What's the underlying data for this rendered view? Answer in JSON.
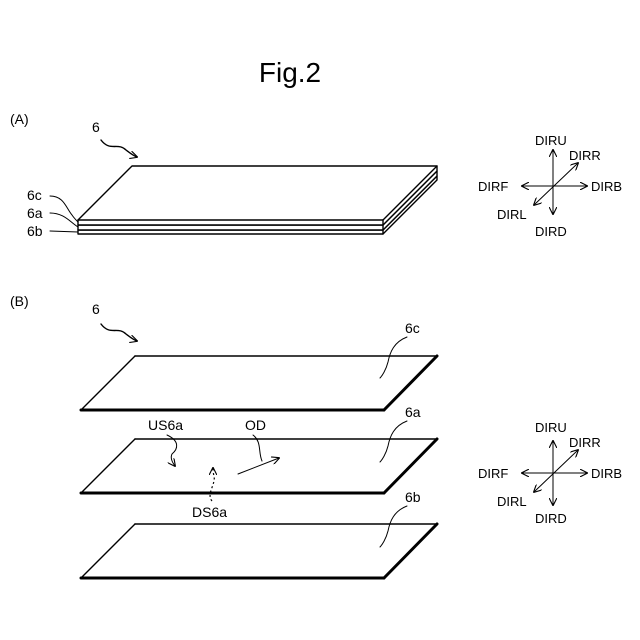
{
  "figure_title": "Fig.2",
  "panel_a": {
    "label": "(A)",
    "stack_ref": "6",
    "layer_labels": [
      "6c",
      "6a",
      "6b"
    ]
  },
  "panel_b": {
    "label": "(B)",
    "stack_ref": "6",
    "sheet_labels": {
      "top": "6c",
      "middle": "6a",
      "bottom": "6b"
    },
    "annotations": {
      "upper_surface": "US6a",
      "lower_surface": "DS6a",
      "orientation": "OD"
    }
  },
  "direction_legend": {
    "up": "DIRU",
    "down": "DIRD",
    "front": "DIRF",
    "back": "DIRB",
    "right": "DIRR",
    "left": "DIRL"
  }
}
